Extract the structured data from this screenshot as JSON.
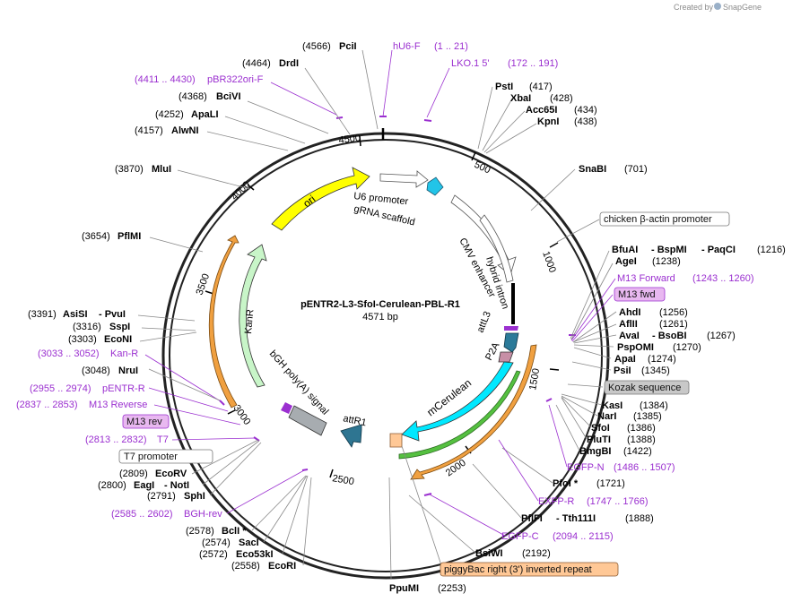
{
  "watermark": {
    "created_by": "Created by",
    "brand": "SnapGene"
  },
  "plasmid": {
    "name": "pENTR2-L3-SfoI-Cerulean-PBL-R1",
    "length": "4571 bp"
  },
  "ticks": [
    "500",
    "1000",
    "1500",
    "2000",
    "2500",
    "3000",
    "3500",
    "4000",
    "4500"
  ],
  "features": {
    "ori": "ori",
    "kanr": "KanR",
    "u6": "U6 promoter",
    "grna": "gRNA scaffold",
    "cmv": "CMV enhancer",
    "hybrid": "hybrid intron",
    "attl3": "attL3",
    "p2a": "P2A",
    "mcerulean": "mCerulean",
    "attr1": "attR1",
    "bgh": "bGH poly(A) signal"
  },
  "labels": {
    "pci": {
      "pos": "(4566)",
      "name": "PciI"
    },
    "hu6": {
      "name": "hU6-F",
      "range": "(1 .. 21)"
    },
    "lko": {
      "name": "LKO.1 5'",
      "range": "(172 .. 191)"
    },
    "drd": {
      "pos": "(4464)",
      "name": "DrdI"
    },
    "pbr": {
      "range": "(4411 .. 4430)",
      "name": "pBR322ori-F"
    },
    "bci": {
      "pos": "(4368)",
      "name": "BciVI"
    },
    "apal": {
      "pos": "(4252)",
      "name": "ApaLI"
    },
    "alw": {
      "pos": "(4157)",
      "name": "AlwNI"
    },
    "mlu": {
      "pos": "(3870)",
      "name": "MluI"
    },
    "pflm": {
      "pos": "(3654)",
      "name": "PflMI"
    },
    "asis": {
      "pos": "(3391)",
      "name": "AsiSI",
      "name2": "- PvuI"
    },
    "ssp": {
      "pos": "(3316)",
      "name": "SspI"
    },
    "econi": {
      "pos": "(3303)",
      "name": "EcoNI"
    },
    "kanr_p": {
      "range": "(3033 .. 3052)",
      "name": "Kan-R"
    },
    "nru": {
      "pos": "(3048)",
      "name": "NruI"
    },
    "pentr": {
      "range": "(2955 .. 2974)",
      "name": "pENTR-R"
    },
    "m13rev": {
      "range": "(2837 .. 2853)",
      "name": "M13 Reverse"
    },
    "m13revbox": "M13 rev",
    "t7": {
      "range": "(2813 .. 2832)",
      "name": "T7"
    },
    "t7box": "T7 promoter",
    "ecorv": {
      "pos": "(2809)",
      "name": "EcoRV"
    },
    "eag": {
      "pos": "(2800)",
      "name": "EagI",
      "name2": "- NotI"
    },
    "sph": {
      "pos": "(2791)",
      "name": "SphI"
    },
    "bgh_p": {
      "range": "(2585 .. 2602)",
      "name": "BGH-rev"
    },
    "bcl": {
      "pos": "(2578)",
      "name": "BclI *"
    },
    "sac": {
      "pos": "(2574)",
      "name": "SacI"
    },
    "eco53": {
      "pos": "(2572)",
      "name": "Eco53kI"
    },
    "ecori": {
      "pos": "(2558)",
      "name": "EcoRI"
    },
    "ppu": {
      "name": "PpuMI",
      "pos": "(2253)"
    },
    "pst": {
      "name": "PstI",
      "pos": "(417)"
    },
    "xba": {
      "name": "XbaI",
      "pos": "(428)"
    },
    "acc": {
      "name": "Acc65I",
      "pos": "(434)"
    },
    "kpn": {
      "name": "KpnI",
      "pos": "(438)"
    },
    "snab": {
      "name": "SnaBI",
      "pos": "(701)"
    },
    "chicken": "chicken β-actin promoter",
    "bfua": {
      "name": "BfuAI",
      "name2": "- BspMI",
      "name3": "- PaqCI",
      "pos": "(1216)"
    },
    "age": {
      "name": "AgeI",
      "pos": "(1238)"
    },
    "m13f": {
      "name": "M13 Forward",
      "range": "(1243 .. 1260)"
    },
    "m13fwdbox": "M13 fwd",
    "ahd": {
      "name": "AhdI",
      "pos": "(1256)"
    },
    "afl": {
      "name": "AflII",
      "pos": "(1261)"
    },
    "ava": {
      "name": "AvaI",
      "name2": "- BsoBI",
      "pos": "(1267)"
    },
    "pspomi": {
      "name": "PspOMI",
      "pos": "(1270)"
    },
    "apai": {
      "name": "ApaI",
      "pos": "(1274)"
    },
    "psi": {
      "name": "PsiI",
      "pos": "(1345)"
    },
    "kozak": "Kozak sequence",
    "kas": {
      "name": "KasI",
      "pos": "(1384)"
    },
    "nar": {
      "name": "NarI",
      "pos": "(1385)"
    },
    "sfo": {
      "name": "SfoI",
      "pos": "(1386)"
    },
    "plu": {
      "name": "PluTI",
      "pos": "(1388)"
    },
    "bmg": {
      "name": "BmgBI",
      "pos": "(1422)"
    },
    "egfpn": {
      "name": "EGFP-N",
      "range": "(1486 .. 1507)"
    },
    "pfoi": {
      "name": "PfoI *",
      "pos": "(1721)"
    },
    "exfp": {
      "name": "EXFP-R",
      "range": "(1747 .. 1766)"
    },
    "pfl": {
      "name": "PflFI",
      "name2": "- Tth111I",
      "pos": "(1888)"
    },
    "egfpc": {
      "name": "EGFP-C",
      "range": "(2094 .. 2115)"
    },
    "bsiw": {
      "name": "BsiWI",
      "pos": "(2192)"
    },
    "piggy": "piggyBac right (3') inverted repeat"
  },
  "colors": {
    "ori": "#ffff00",
    "kanr": "#c8f5c8",
    "mcerulean": "#00e8ff",
    "attl3": "#2b7a99",
    "p2a": "#c78fa6",
    "attr1": "#2e7591",
    "grna": "#22c4e8",
    "orf": "#f0a040",
    "primer": "#9b30d0",
    "kozak_box": "#c8c8c8",
    "piggy_box": "#ffc896",
    "m13_box": "#e8b8f0"
  }
}
